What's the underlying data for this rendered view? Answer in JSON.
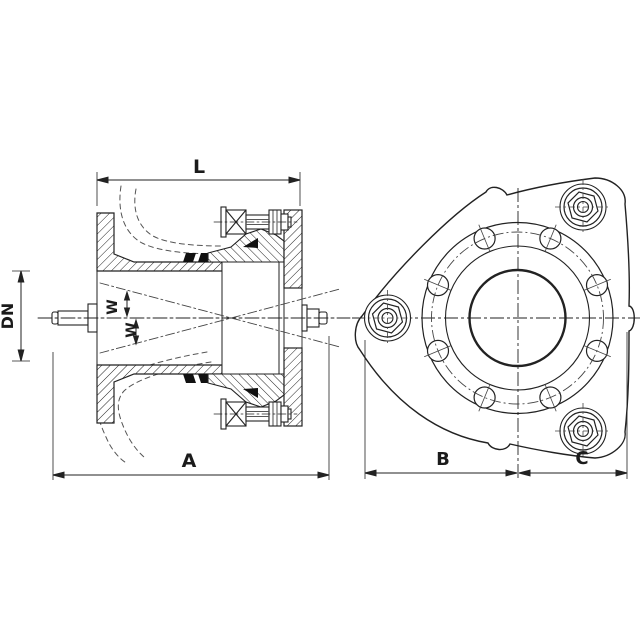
{
  "drawing": {
    "description": "Technical drawing of a restrained flange adapter: side cross-section view and front view of triangular three-bolt flange",
    "labels": {
      "L": "L",
      "DN": "DN",
      "W_upper": "W",
      "W_lower": "W",
      "A": "A",
      "B": "B",
      "C": "C"
    },
    "front_view": {
      "bolt_holes_count": 8,
      "corner_bolts_count": 3
    },
    "colors": {
      "line": "#222222",
      "background": "#ffffff",
      "seal_fill": "#111111"
    }
  }
}
